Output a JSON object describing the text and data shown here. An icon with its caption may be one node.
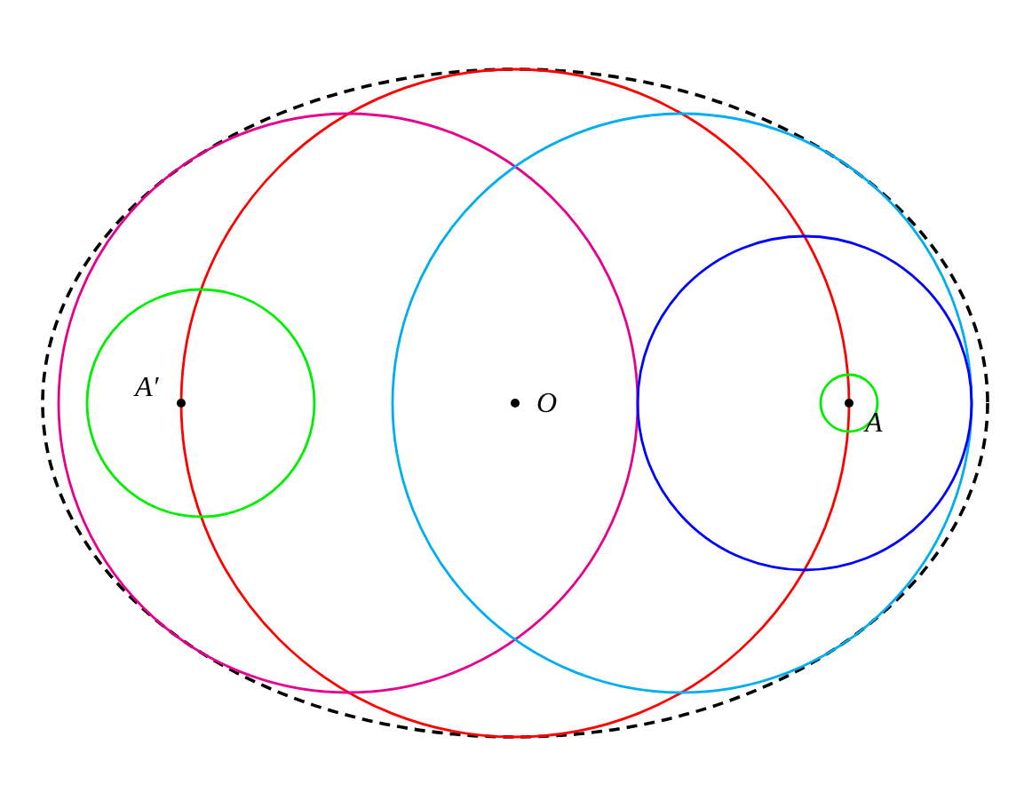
{
  "diagram": {
    "labels": [
      "A′",
      "O",
      "A"
    ]
  }
}
